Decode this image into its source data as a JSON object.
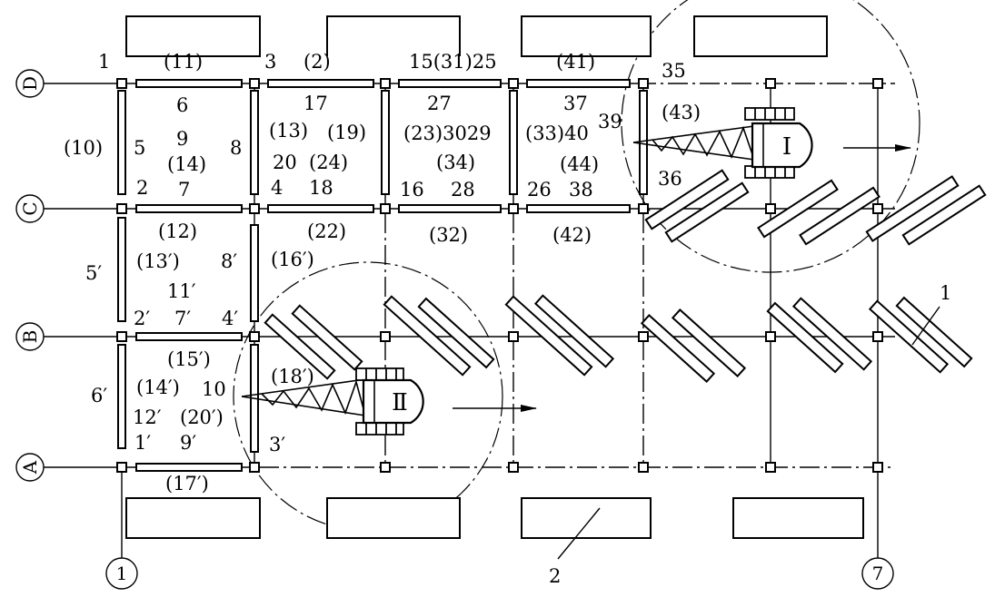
{
  "figure": {
    "axes_letters": [
      "D",
      "C",
      "B",
      "A"
    ],
    "axes_numbers": [
      "1",
      "7"
    ],
    "callout_1": "1",
    "callout_2": "2",
    "crane_1": "Ⅰ",
    "crane_2": "Ⅱ",
    "labels": [
      "1",
      "(11)",
      "3",
      "(2)",
      "15(31)25",
      "(41)",
      "35",
      "6",
      "17",
      "27",
      "37",
      "(43)",
      "39",
      "(10)",
      "5",
      "9",
      "8",
      "(13)",
      "(19)",
      "(23)3029",
      "(33)40",
      "(14)",
      "20",
      "(24)",
      "(34)",
      "(44)",
      "36",
      "2",
      "7",
      "4",
      "18",
      "16",
      "28",
      "26",
      "38",
      "(12)",
      "(22)",
      "(32)",
      "(42)",
      "5′",
      "(13′)",
      "8′",
      "(16′)",
      "11′",
      "2′",
      "7′",
      "4′",
      "(15′)",
      "6′",
      "(14′)",
      "10",
      "(18′)",
      "12′",
      "(20′)",
      "1′",
      "9′",
      "3′",
      "(17′)"
    ]
  }
}
